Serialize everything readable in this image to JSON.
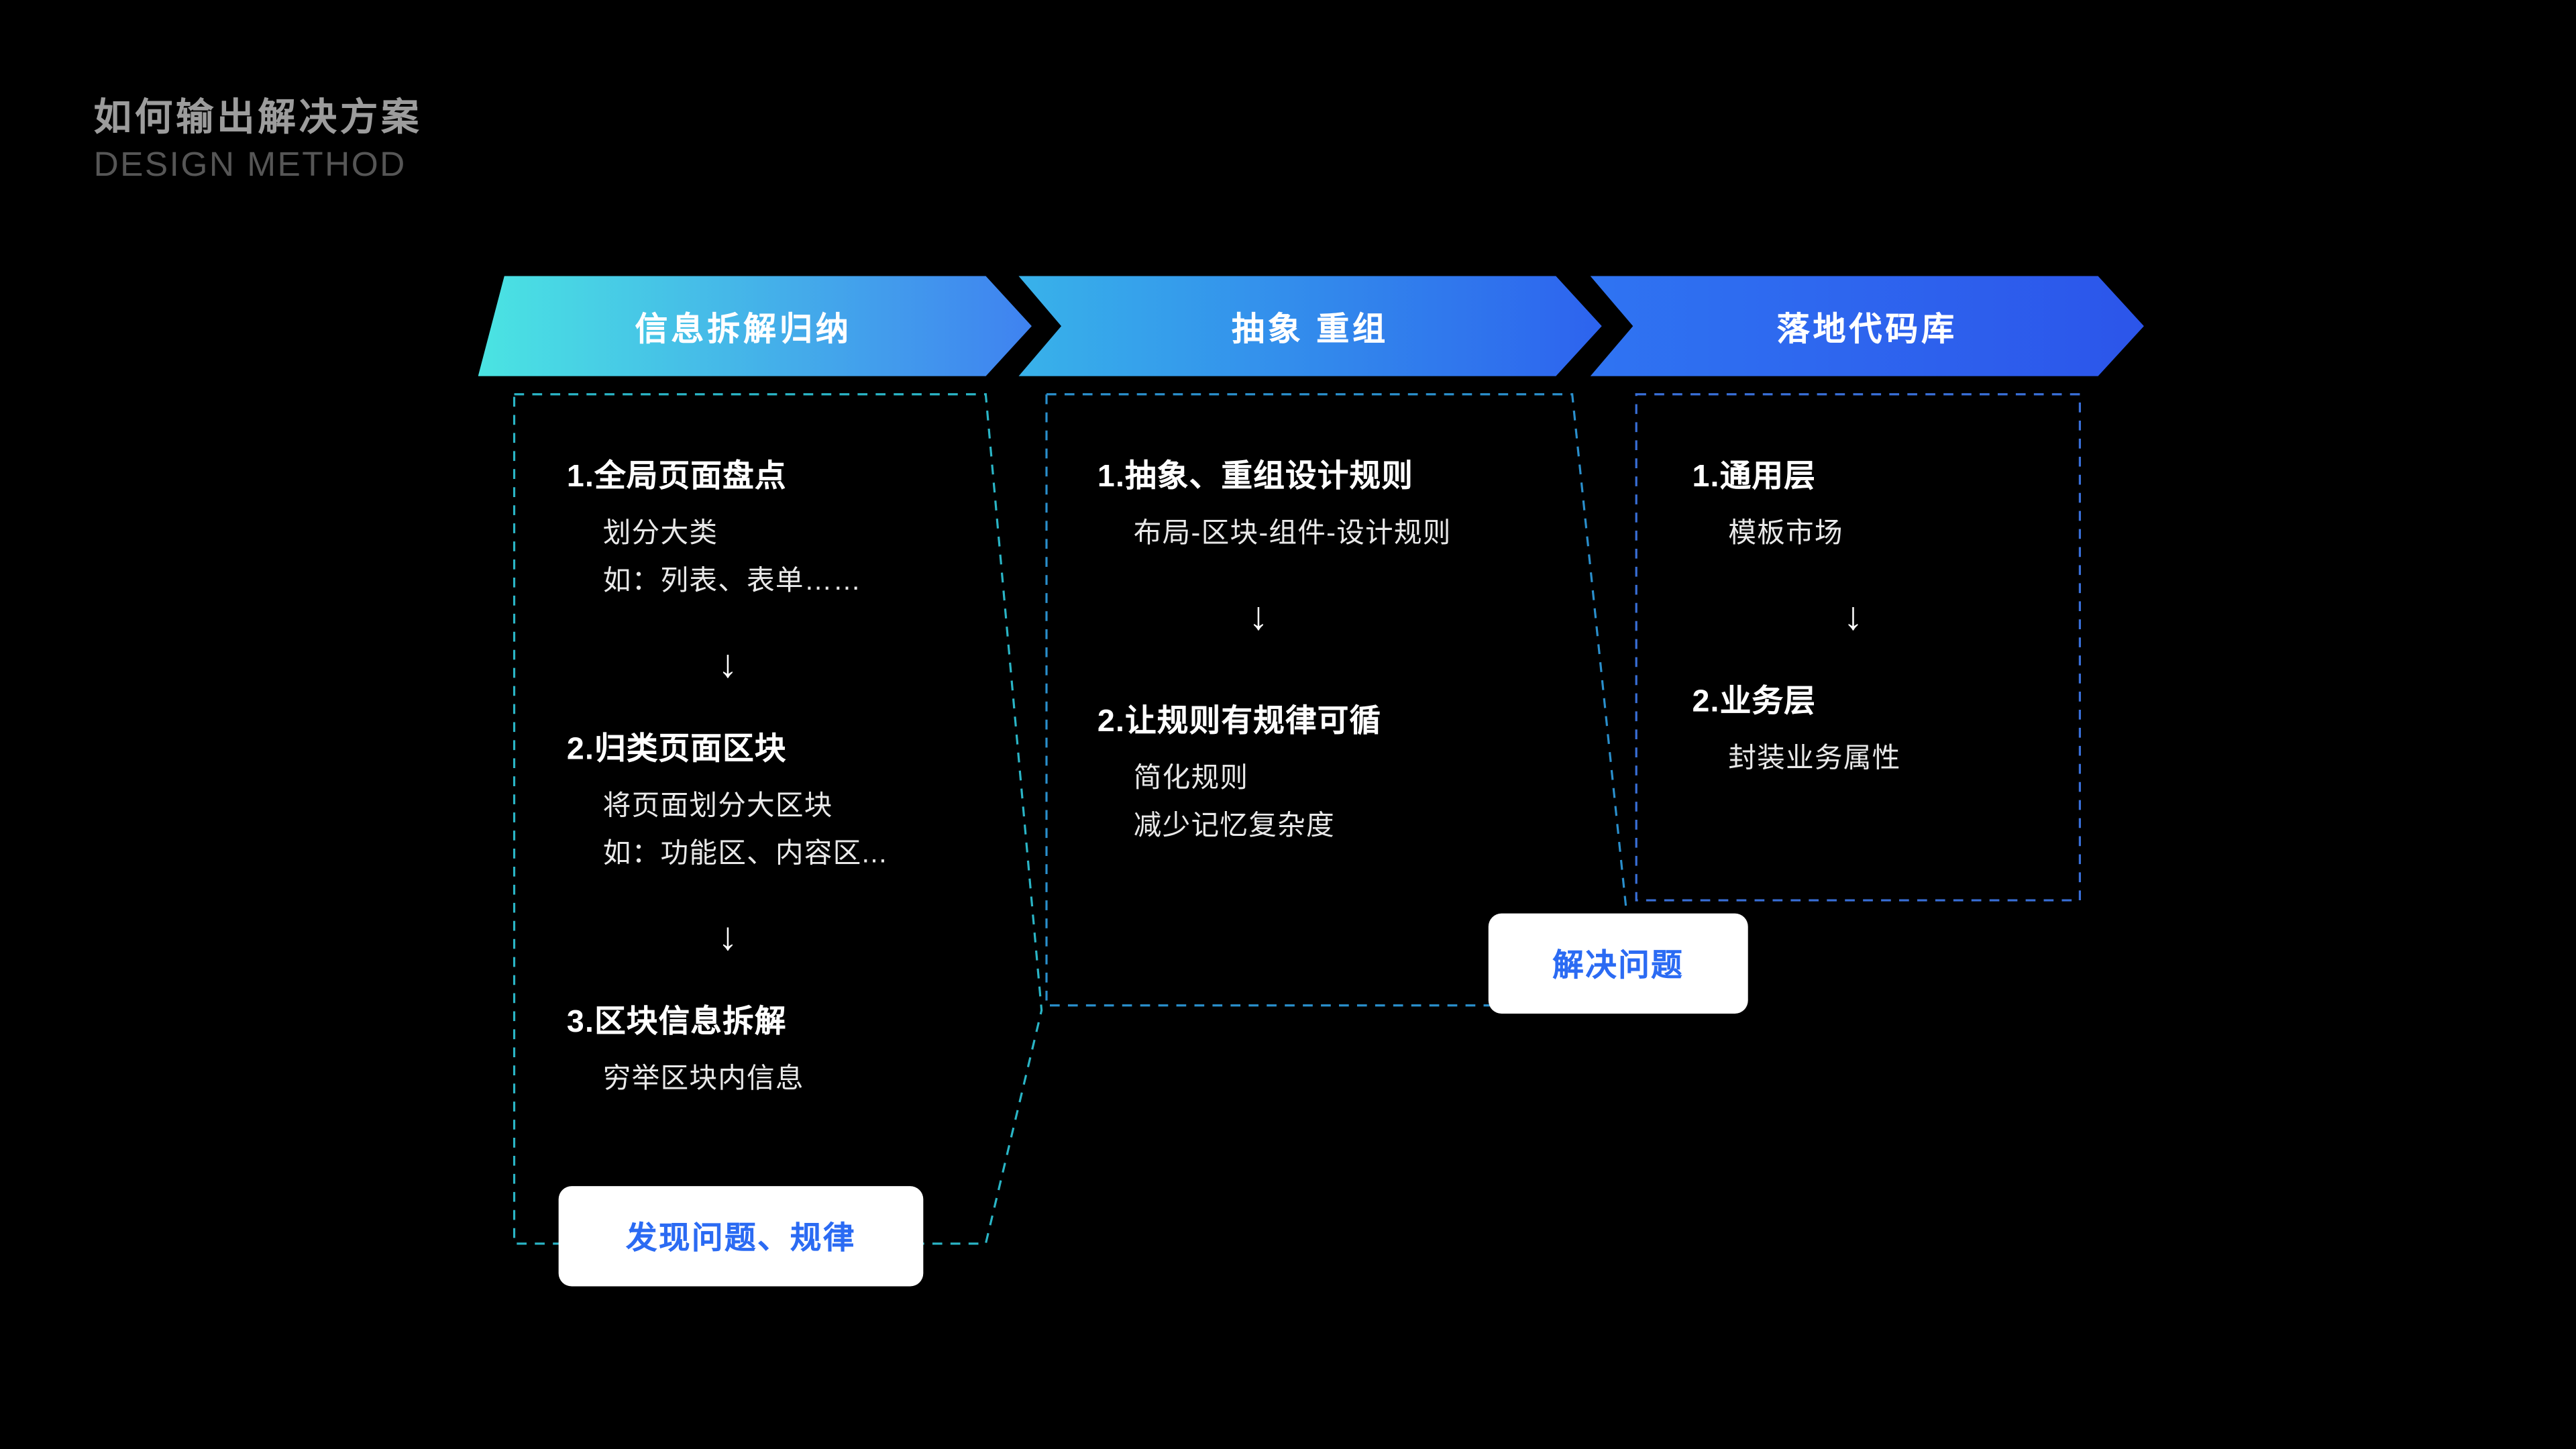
{
  "page": {
    "title": "如何输出解决方案",
    "subtitle": "DESIGN METHOD"
  },
  "banners": [
    {
      "label": "信息拆解归纳"
    },
    {
      "label": "抽象 重组"
    },
    {
      "label": "落地代码库"
    }
  ],
  "flow": {
    "down_arrow": "↓"
  },
  "columns": [
    {
      "steps": [
        {
          "title": "1.全局页面盘点",
          "lines": [
            "划分大类",
            "如：列表、表单……"
          ]
        },
        {
          "title": "2.归类页面区块",
          "lines": [
            "将页面划分大区块",
            "如：功能区、内容区..."
          ]
        },
        {
          "title": "3.区块信息拆解",
          "lines": [
            "穷举区块内信息"
          ]
        }
      ],
      "badge": "发现问题、规律"
    },
    {
      "steps": [
        {
          "title": "1.抽象、重组设计规则",
          "lines": [
            "布局-区块-组件-设计规则"
          ]
        },
        {
          "title": "2.让规则有规律可循",
          "lines": [
            "简化规则",
            "减少记忆复杂度"
          ]
        }
      ],
      "badge": "解决问题"
    },
    {
      "steps": [
        {
          "title": "1.通用层",
          "lines": [
            "模板市场"
          ]
        },
        {
          "title": "2.业务层",
          "lines": [
            "封装业务属性"
          ]
        }
      ]
    }
  ],
  "colors": {
    "background": "#000000",
    "banner1_start": "#4ae4e2",
    "banner1_end": "#3f82f0",
    "banner2_start": "#38b2ea",
    "banner2_end": "#2d63ee",
    "banner3_start": "#2f74f2",
    "banner3_end": "#2c55ea",
    "badge_text": "#2b6bf3",
    "dash_teal": "#2fc9db",
    "dash_mid": "#2f9fe2",
    "dash_blue": "#3f7bf0"
  }
}
